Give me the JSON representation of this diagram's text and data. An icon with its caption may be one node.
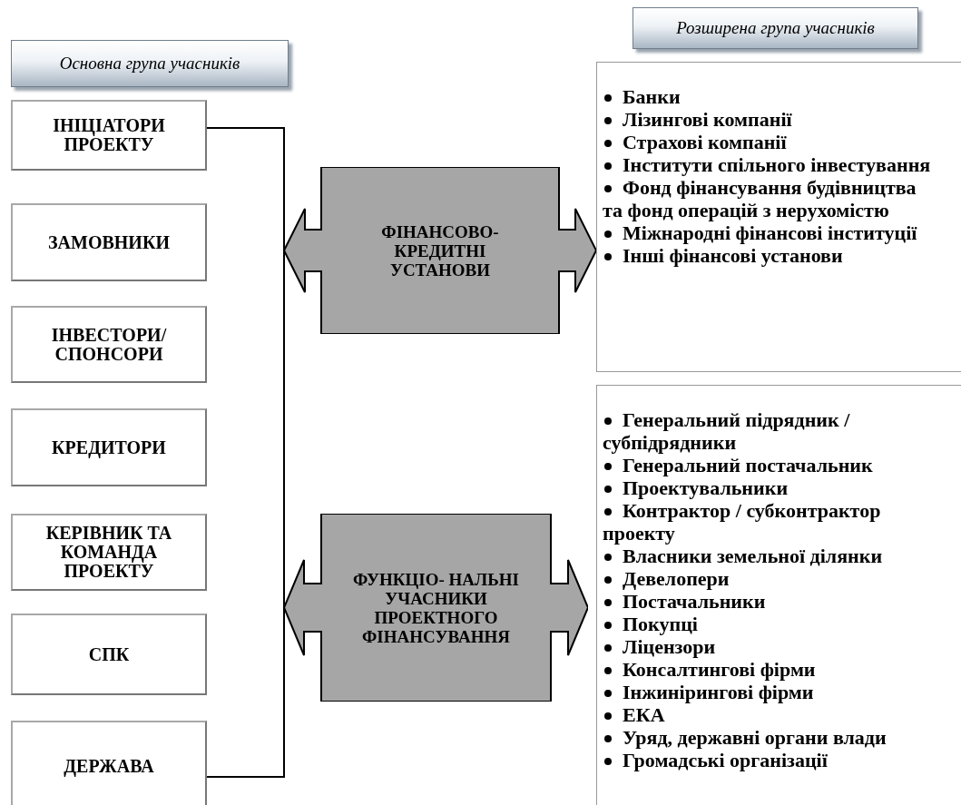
{
  "diagram": {
    "nodes": [
      {
        "text": [
          "Основна група учасників"
        ]
      },
      {
        "text": [
          "Розширена група учасників"
        ]
      },
      {
        "text": [
          "ІНІЦІАТОРИ ПРОЕКТУ"
        ]
      },
      {
        "text": [
          "ЗАМОВНИКИ"
        ]
      },
      {
        "text": [
          "ІНВЕСТОРИ/ СПОНСОРИ"
        ]
      },
      {
        "text": [
          "КРЕДИТОРИ"
        ]
      },
      {
        "text": [
          "КЕРІВНИК ТА КОМАНДА ПРОЕКТУ"
        ]
      },
      {
        "text": [
          "СПК"
        ]
      },
      {
        "text": [
          "ДЕРЖАВА"
        ]
      },
      {
        "text": [
          "ФІНАНСОВО- КРЕДИТНІ УСТАНОВИ"
        ]
      },
      {
        "text": [
          "Банки",
          "Лізингові компанії",
          "Страхові компанії",
          "Інститути спільного інвестування",
          "Фонд фінансування будівництва та фонд операцій з нерухомістю",
          "Міжнародні фінансові інституції",
          "Інші фінансові установи"
        ]
      },
      {
        "text": [
          "ФУНКЦІО- НАЛЬНІ УЧАСНИКИ ПРОЕКТНОГО ФІНАНСУВАННЯ"
        ]
      },
      {
        "text": [
          "Генеральний підрядник /субпідрядники",
          "Генеральний постачальник",
          "Проектувальники",
          "Контрактор / субконтрактор проекту",
          "Власники земельної ділянки",
          "Девелопери",
          "Постачальники",
          "Покупці",
          "Ліцензори",
          "Консалтингові фірми",
          "Інжинірингові фірми",
          "ЕКА",
          "Уряд, державні органи влади",
          "Громадські організації"
        ]
      }
    ],
    "edges": []
  }
}
